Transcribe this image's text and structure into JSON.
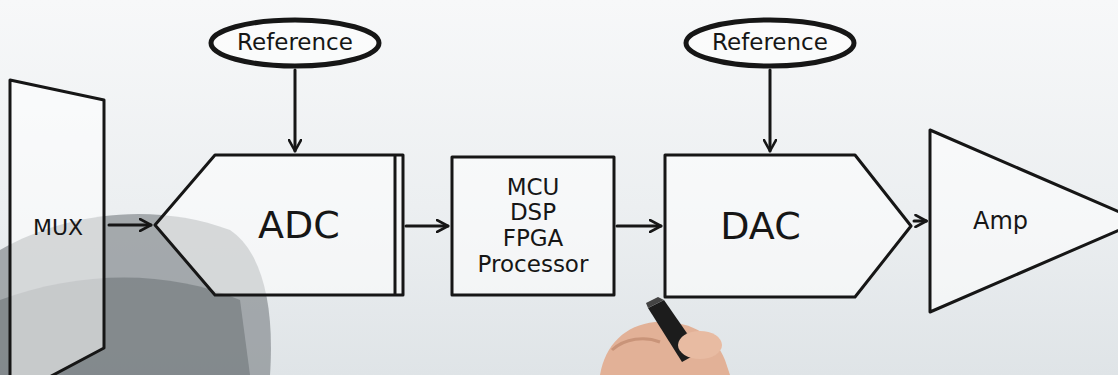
{
  "diagram": {
    "nodes": [
      {
        "text": [
          "Reference"
        ]
      },
      {
        "text": [
          "Reference"
        ]
      },
      {
        "text": [
          "MUX"
        ]
      },
      {
        "text": [
          "ADC"
        ]
      },
      {
        "text": [
          "MCU",
          "DSP",
          "FPGA",
          "Processor"
        ]
      },
      {
        "text": [
          "DAC"
        ]
      },
      {
        "text": [
          "Amp"
        ]
      }
    ],
    "edges": [
      {
        "from": 0,
        "to": 3,
        "arrow": "to"
      },
      {
        "from": 2,
        "to": 3,
        "arrow": "to"
      },
      {
        "from": 3,
        "to": 4,
        "arrow": "to"
      },
      {
        "from": 1,
        "to": 5,
        "arrow": "to"
      },
      {
        "from": 4,
        "to": 5,
        "arrow": "to"
      },
      {
        "from": 5,
        "to": 6,
        "arrow": "to"
      }
    ]
  }
}
